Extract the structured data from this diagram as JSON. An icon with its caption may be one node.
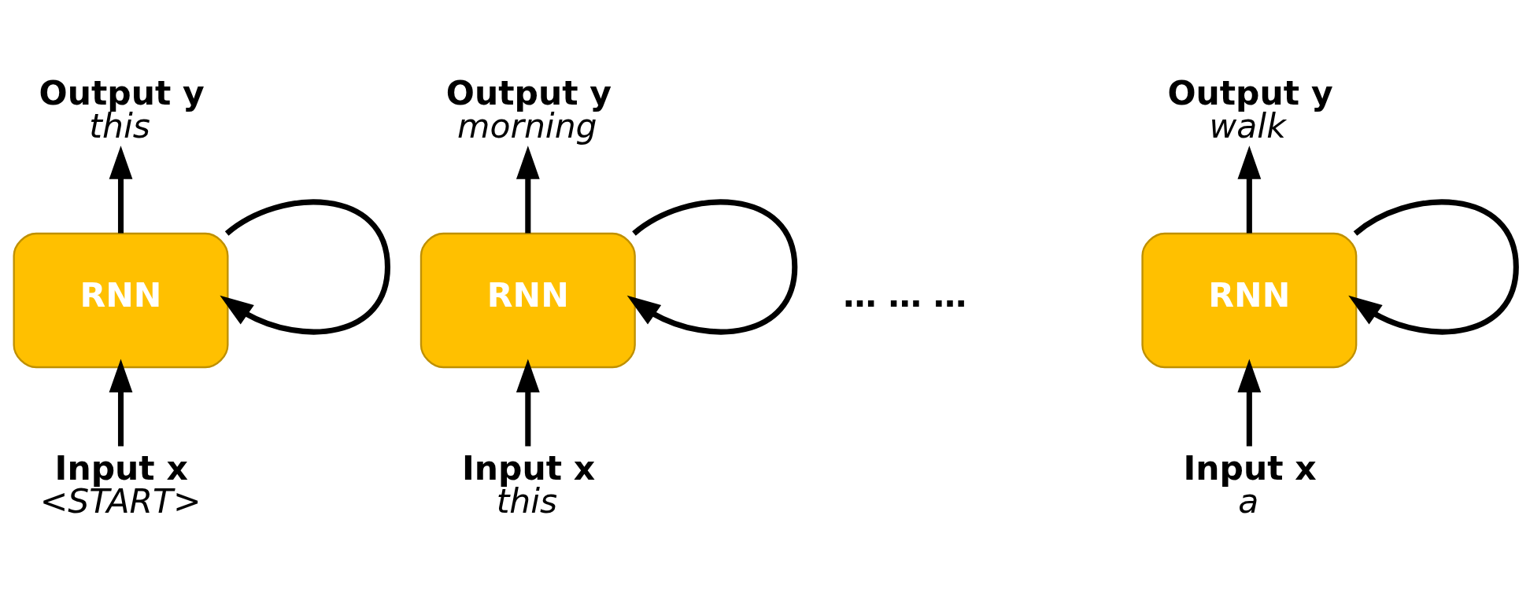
{
  "diagram": {
    "nodes": [
      {
        "text": [
          "Output y",
          "this"
        ]
      },
      {
        "text": [
          "RNN"
        ]
      },
      {
        "text": [
          "Input x",
          "<START>"
        ]
      },
      {
        "text": [
          "Output y",
          "morning"
        ]
      },
      {
        "text": [
          "RNN"
        ]
      },
      {
        "text": [
          "Input x",
          "this"
        ]
      },
      {
        "text": [
          "Output y",
          "walk"
        ]
      },
      {
        "text": [
          "RNN"
        ]
      },
      {
        "text": [
          "Input x",
          "a"
        ]
      }
    ],
    "edges": [
      {
        "from": 2,
        "to": 1,
        "arrow": "to"
      },
      {
        "from": 1,
        "to": 0,
        "arrow": "to"
      },
      {
        "from": 1,
        "to": 1,
        "arrow": "to"
      },
      {
        "from": 5,
        "to": 4,
        "arrow": "to"
      },
      {
        "from": 4,
        "to": 3,
        "arrow": "to"
      },
      {
        "from": 4,
        "to": 4,
        "arrow": "to"
      },
      {
        "from": 8,
        "to": 7,
        "arrow": "to"
      },
      {
        "from": 7,
        "to": 6,
        "arrow": "to"
      },
      {
        "from": 7,
        "to": 7,
        "arrow": "to"
      }
    ],
    "labels": [
      "… … …"
    ]
  }
}
